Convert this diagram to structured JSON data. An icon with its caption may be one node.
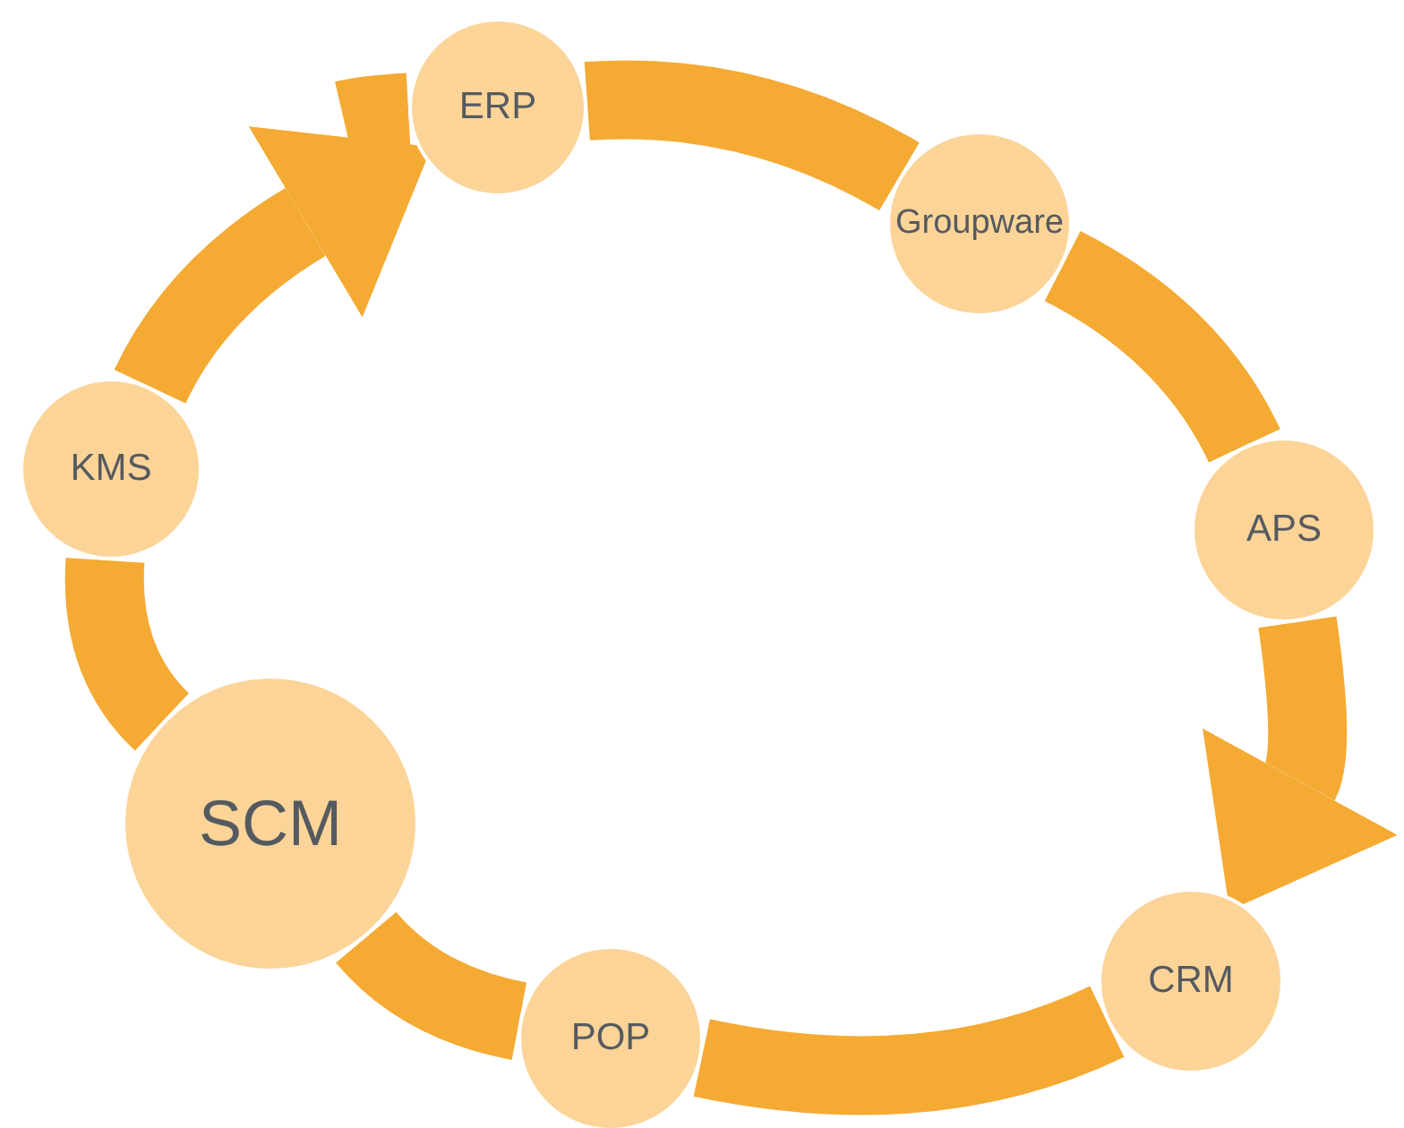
{
  "diagram": {
    "nodes": [
      {
        "text": [
          "ERP"
        ]
      },
      {
        "text": [
          "Groupware"
        ]
      },
      {
        "text": [
          "KMS"
        ]
      },
      {
        "text": [
          "APS"
        ]
      },
      {
        "text": [
          "SCM"
        ]
      },
      {
        "text": [
          "CRM"
        ]
      },
      {
        "text": [
          "POP"
        ]
      }
    ],
    "edges": [
      {
        "from": null,
        "to": 0,
        "arrow": "none"
      },
      {
        "from": 0,
        "to": 1,
        "arrow": "none"
      },
      {
        "from": 1,
        "to": 3,
        "arrow": "none"
      },
      {
        "from": 3,
        "to": 5,
        "arrow": "to"
      },
      {
        "from": 5,
        "to": 6,
        "arrow": "none"
      },
      {
        "from": 6,
        "to": 4,
        "arrow": "none"
      },
      {
        "from": 4,
        "to": 2,
        "arrow": "none"
      },
      {
        "from": 2,
        "to": 0,
        "arrow": "to"
      }
    ]
  }
}
